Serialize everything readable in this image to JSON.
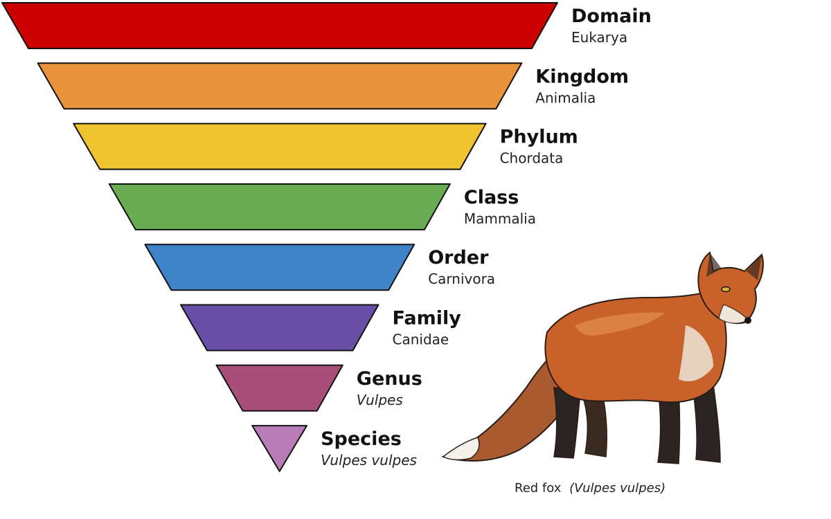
{
  "ranks": [
    {
      "rank": "Domain",
      "name": "Eukarya",
      "italic": false,
      "color": "#cc0000"
    },
    {
      "rank": "Kingdom",
      "name": "Animalia",
      "italic": false,
      "color": "#e8923c"
    },
    {
      "rank": "Phylum",
      "name": "Chordata",
      "italic": false,
      "color": "#f0c431"
    },
    {
      "rank": "Class",
      "name": "Mammalia",
      "italic": false,
      "color": "#6aac53"
    },
    {
      "rank": "Order",
      "name": "Carnivora",
      "italic": false,
      "color": "#3f84c9"
    },
    {
      "rank": "Family",
      "name": "Canidae",
      "italic": false,
      "color": "#6a4fa8"
    },
    {
      "rank": "Genus",
      "name": "Vulpes",
      "italic": true,
      "color": "#a84f79"
    },
    {
      "rank": "Species",
      "name": "Vulpes vulpes",
      "italic": true,
      "color": "#b77bb8"
    }
  ],
  "caption": {
    "common_name": "Red fox",
    "scientific_name": "(Vulpes vulpes)"
  },
  "fox_image": {
    "subject": "red-fox-illustration",
    "colors": {
      "body": "#c8622a",
      "body_dark": "#8a3d1a",
      "highlight": "#e08a4a",
      "belly": "#e9d8c8",
      "legs": "#2a2422",
      "tail_tip": "#f4f1ec",
      "outline": "#2b1c14"
    }
  }
}
